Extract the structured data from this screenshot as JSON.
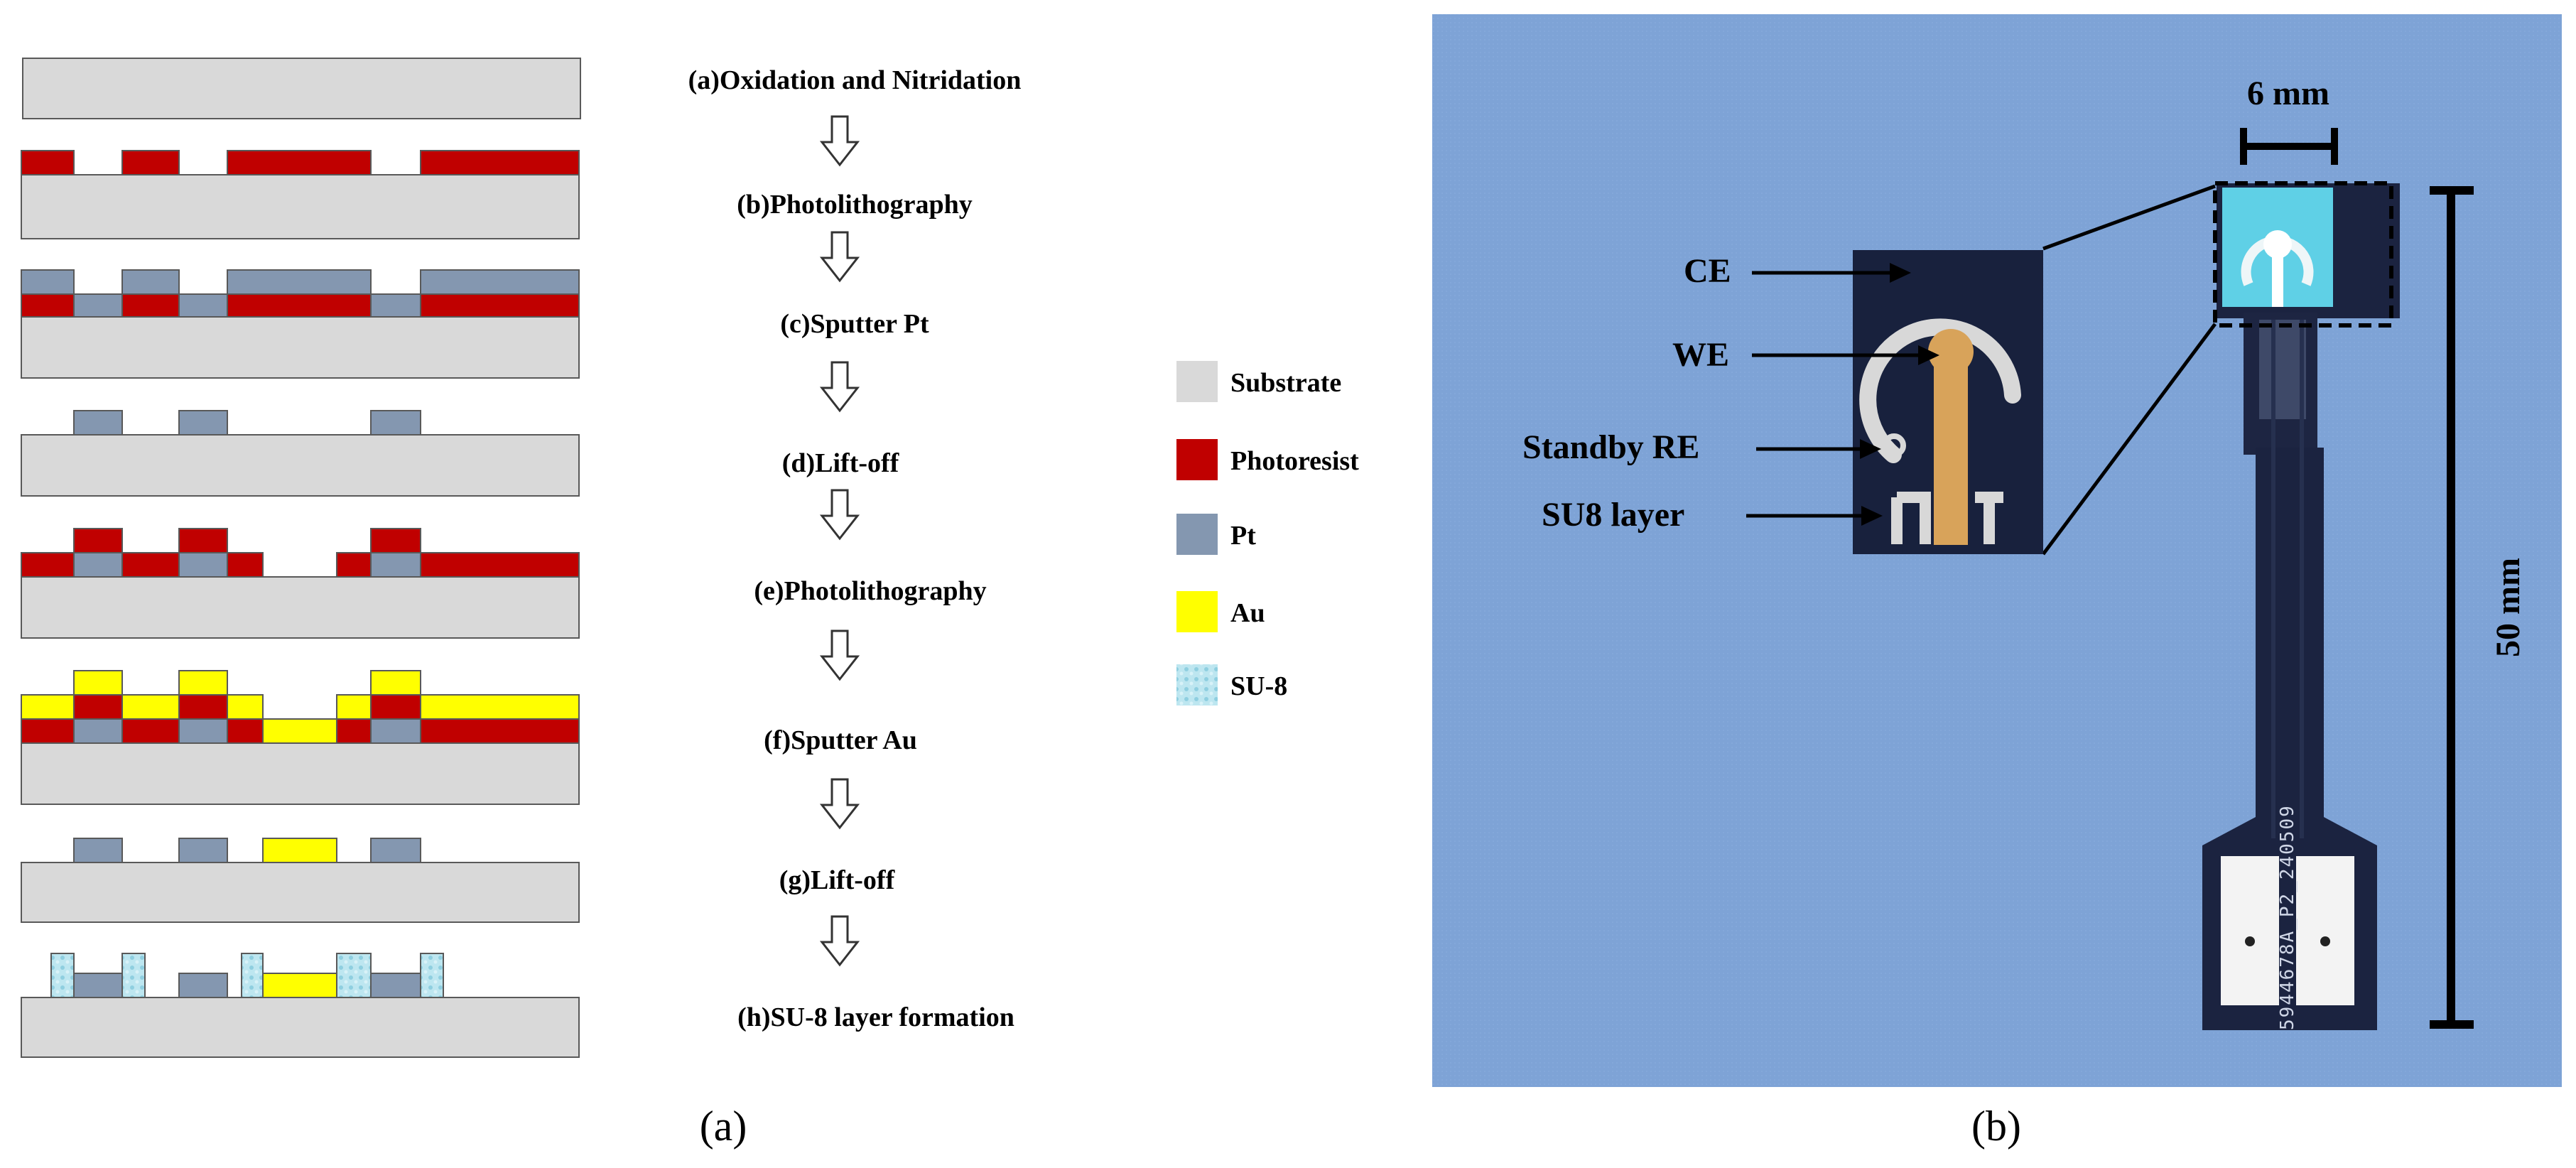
{
  "panel_a": {
    "steps": [
      "(a)Oxidation and Nitridation",
      "(b)Photolithography",
      "(c)Sputter Pt",
      "(d)Lift-off",
      "(e)Photolithography",
      "(f)Sputter Au",
      "(g)Lift-off",
      "(h)SU-8 layer formation"
    ],
    "legend": [
      {
        "label": "Substrate",
        "color": "#d9d9d9"
      },
      {
        "label": "Photoresist",
        "color": "#c00000"
      },
      {
        "label": "Pt",
        "color": "#8497b0"
      },
      {
        "label": "Au",
        "color": "#ffff00"
      },
      {
        "label": "SU-8",
        "color": "#a9dbe8"
      }
    ],
    "caption": "(a)"
  },
  "panel_b": {
    "scale_top": "6 mm",
    "scale_side": "50 mm",
    "labels": [
      "CE",
      "WE",
      "Standby RE",
      "SU8 layer"
    ],
    "chip_text": "5944678A_P2_240509",
    "caption": "(b)"
  },
  "colors": {
    "substrate": "#d9d9d9",
    "photoresist": "#c00000",
    "pt": "#8497b0",
    "au": "#ffff00",
    "su8": "#a9dbe8",
    "photo_bg": "#7ea3d6",
    "pcb": "#1b2340"
  }
}
